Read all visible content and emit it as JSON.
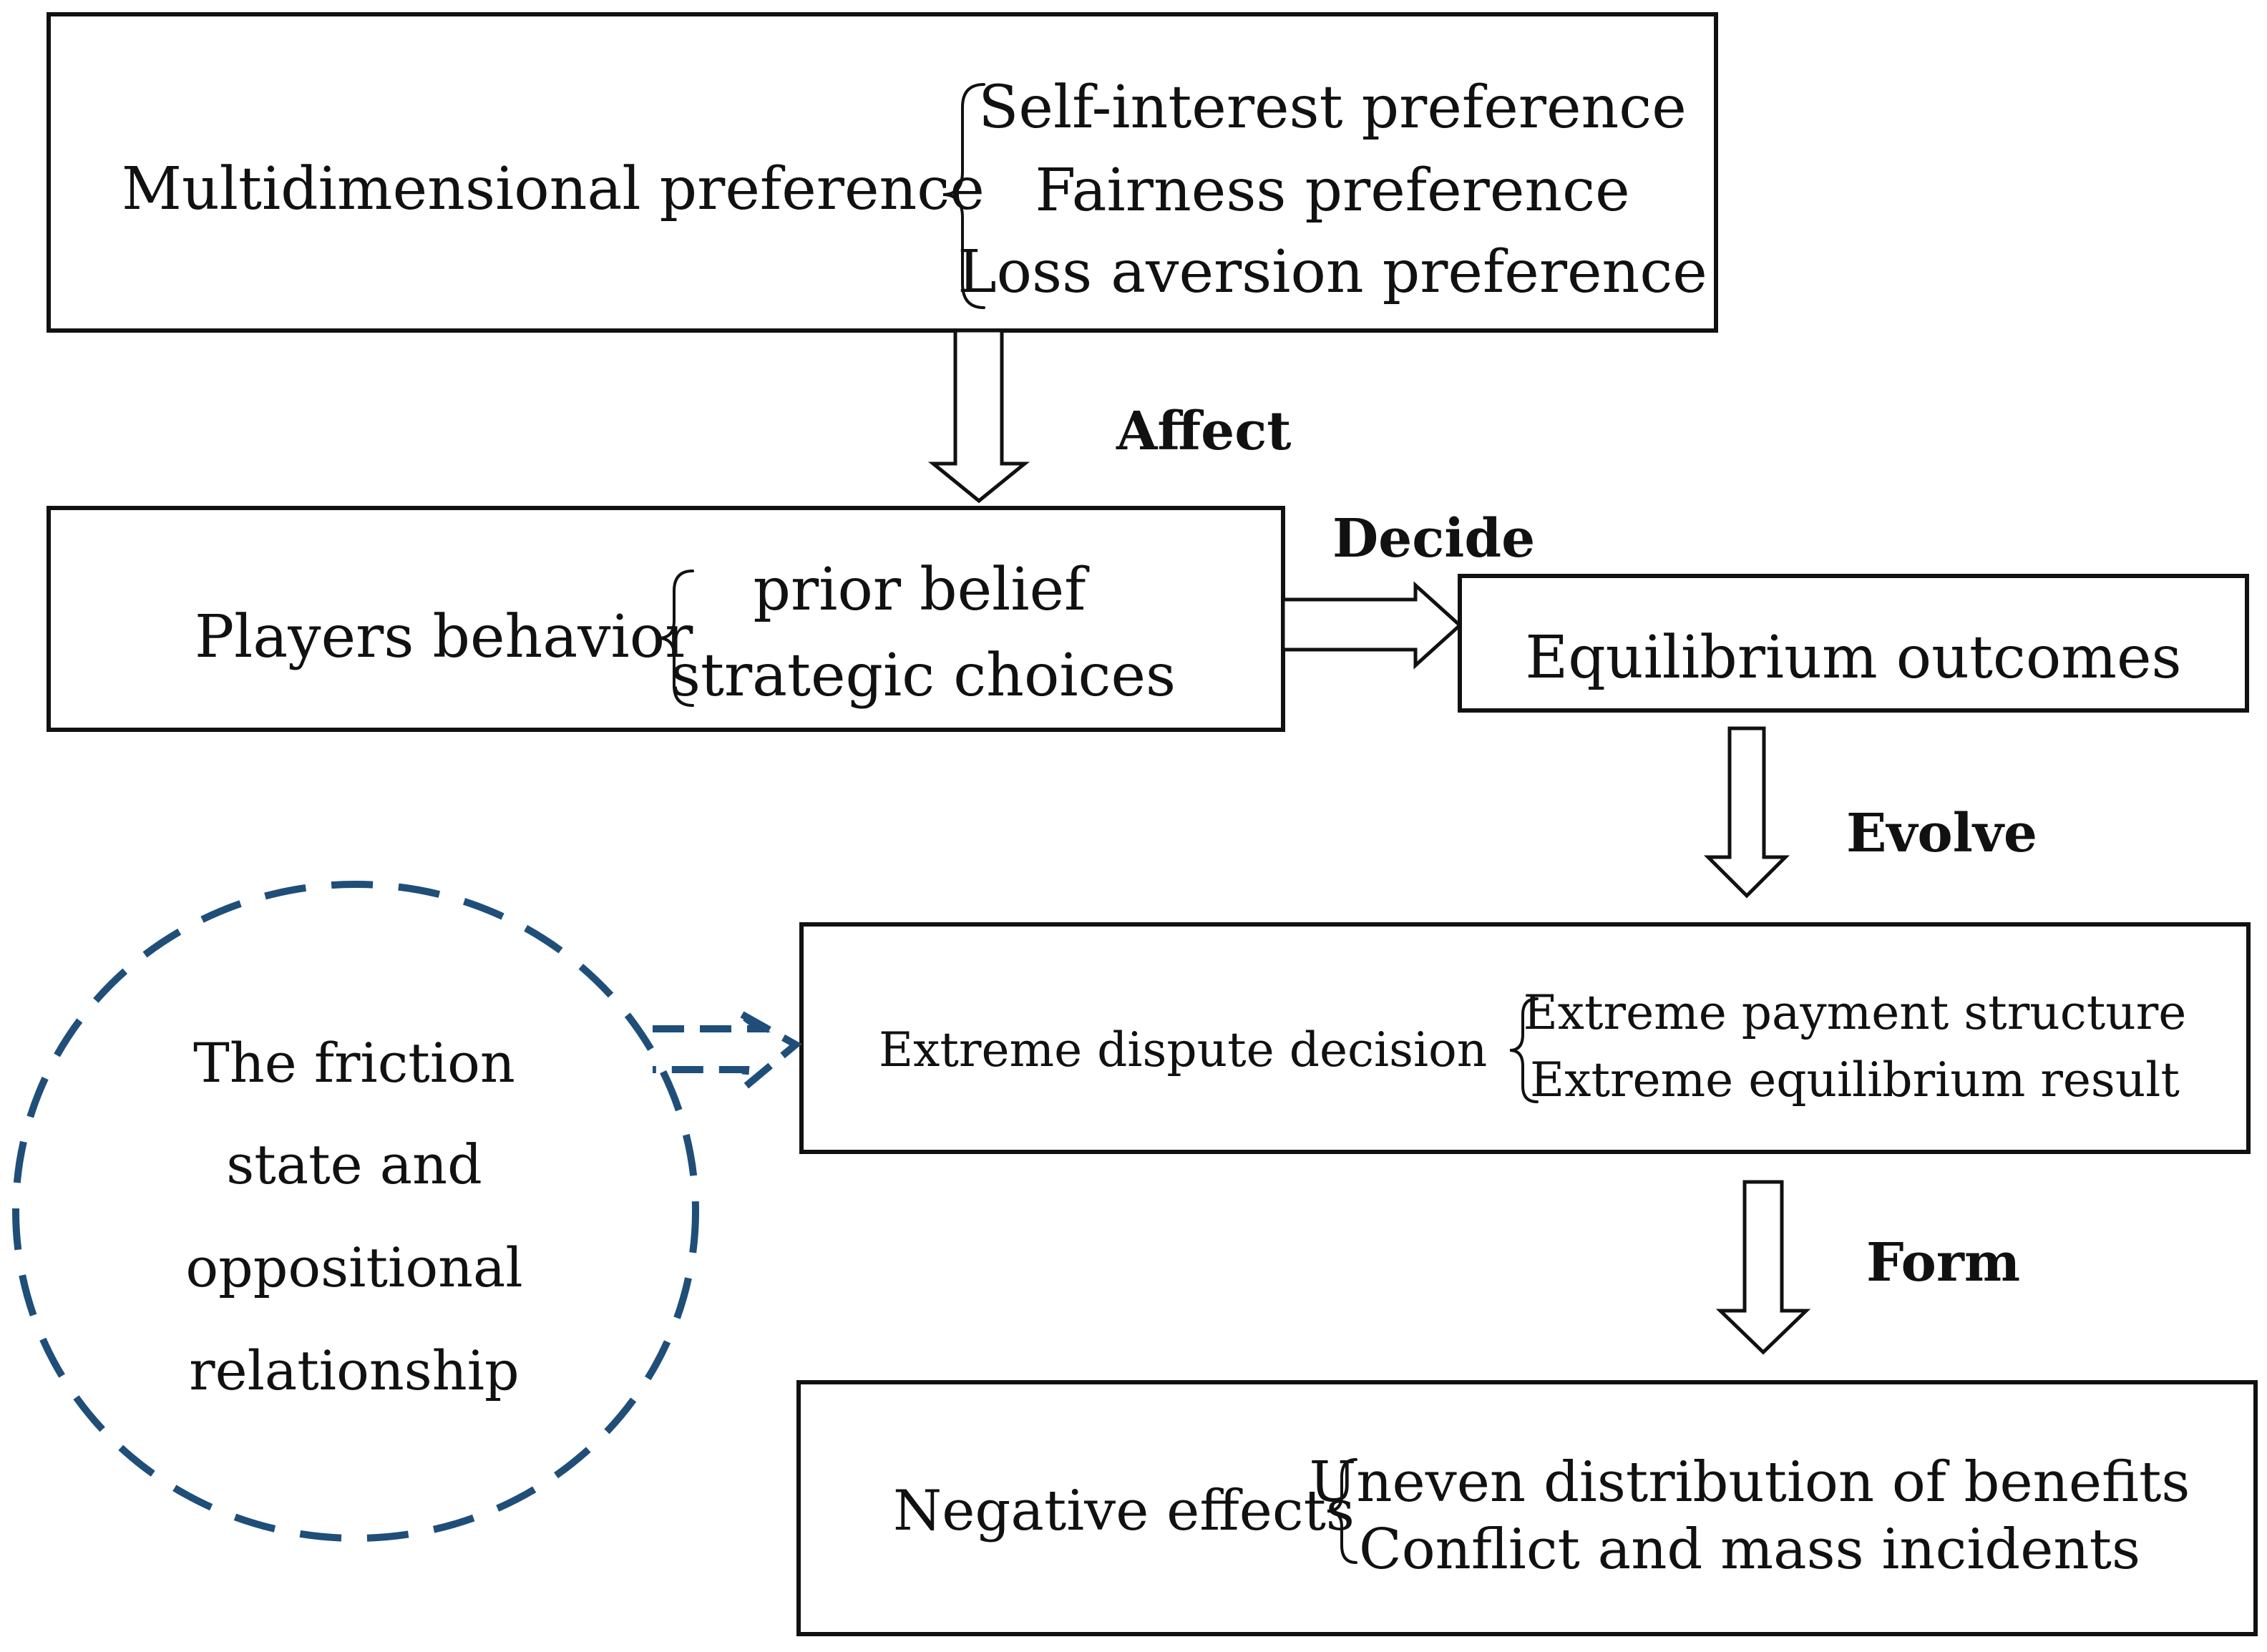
{
  "boxes": {
    "preference": {
      "title": "Multidimensional preference",
      "items": [
        "Self-interest preference",
        "Fairness preference",
        "Loss aversion preference"
      ]
    },
    "behavior": {
      "title": "Players behavior",
      "items": [
        "prior belief",
        "strategic choices"
      ]
    },
    "equilibrium": {
      "title": "Equilibrium outcomes"
    },
    "extreme": {
      "title": "Extreme dispute decision",
      "items": [
        "Extreme payment structure",
        "Extreme equilibrium result"
      ]
    },
    "negative": {
      "title": "Negative effects",
      "items": [
        "Uneven distribution of benefits",
        "Conflict and mass incidents"
      ]
    }
  },
  "arrows": {
    "affect": "Affect",
    "decide": "Decide",
    "evolve": "Evolve",
    "form": "Form"
  },
  "circle": {
    "lines": [
      "The friction",
      "state and",
      "oppositional",
      "relationship"
    ],
    "color": "#1f4e79"
  }
}
